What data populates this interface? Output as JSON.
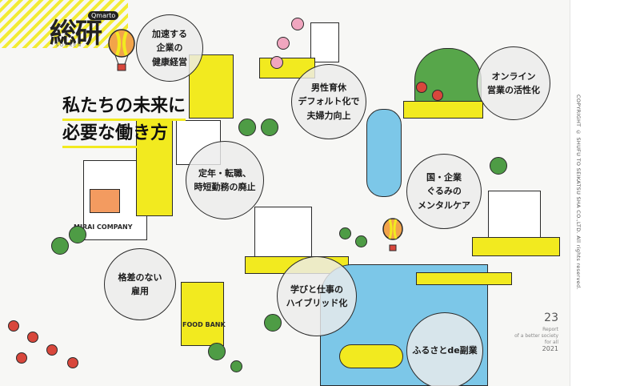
{
  "logo": {
    "main": "総研",
    "badge": "Qmarto",
    "sub": "SOUKEN"
  },
  "headline": {
    "line1": "私たちの未来に",
    "line2": "必要な働き方"
  },
  "bubbles": [
    {
      "name": "bubble-kenkou",
      "lines": [
        "加速する",
        "企業の",
        "健康経営"
      ]
    },
    {
      "name": "bubble-ikukyu",
      "lines": [
        "男性育休",
        "デフォルト化で",
        "夫婦力向上"
      ]
    },
    {
      "name": "bubble-online",
      "lines": [
        "オンライン",
        "営業の活性化"
      ]
    },
    {
      "name": "bubble-teinen",
      "lines": [
        "定年・転職、",
        "時短勤務の廃止"
      ]
    },
    {
      "name": "bubble-mental",
      "lines": [
        "国・企業",
        "ぐるみの",
        "メンタルケア"
      ]
    },
    {
      "name": "bubble-koyou",
      "lines": [
        "格差のない",
        "雇用"
      ]
    },
    {
      "name": "bubble-hybrid",
      "lines": [
        "学びと仕事の",
        "ハイブリッド化"
      ]
    },
    {
      "name": "bubble-fukugyou",
      "lines": [
        "ふるさとde副業"
      ]
    }
  ],
  "illustration_labels": {
    "foodbank": "FOOD BANK",
    "mirai": "MIRAI COMPANY"
  },
  "footer": {
    "page_number": "23",
    "report_line1": "Report",
    "report_line2": "of a better society",
    "report_line3": "for all",
    "year": "2021"
  },
  "copyright": "COPYRIGHT © SHUFU TO SEIKATSU SHA CO.,LTD. All rights reserved.",
  "colors": {
    "accent_yellow": "#f2ea1f",
    "tree_green": "#4e9c45",
    "water_blue": "#7cc7e8",
    "blossom_pink": "#f0a6bf"
  }
}
